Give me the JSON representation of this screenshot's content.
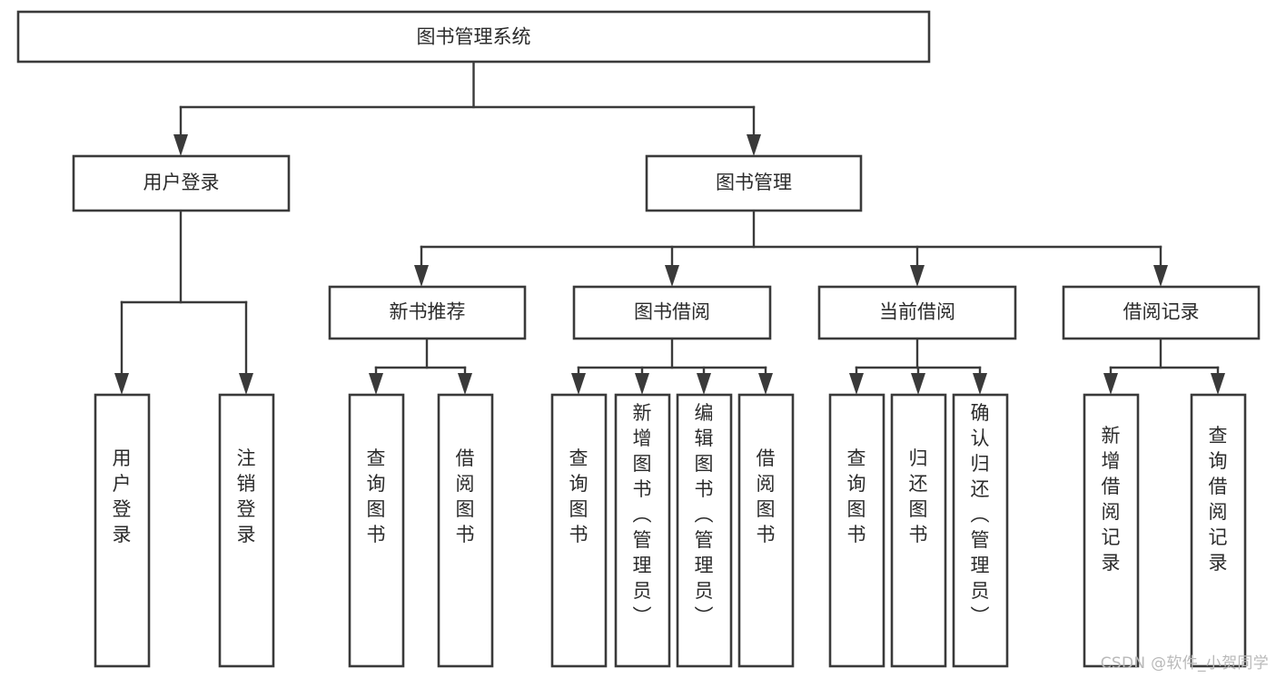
{
  "diagram": {
    "title": "图书管理系统",
    "type": "tree-hierarchy",
    "orientation": "top-down",
    "root": {
      "id": "root",
      "label": "图书管理系统"
    },
    "level1": [
      {
        "id": "user-login",
        "label": "用户登录"
      },
      {
        "id": "book-manage",
        "label": "图书管理"
      }
    ],
    "level2": [
      {
        "id": "new-book-rec",
        "label": "新书推荐",
        "parent": "book-manage"
      },
      {
        "id": "book-borrow",
        "label": "图书借阅",
        "parent": "book-manage"
      },
      {
        "id": "current-borrow",
        "label": "当前借阅",
        "parent": "book-manage"
      },
      {
        "id": "borrow-record",
        "label": "借阅记录",
        "parent": "book-manage"
      }
    ],
    "leaves": [
      {
        "id": "leaf-user-login",
        "label": "用户登录",
        "parent": "user-login"
      },
      {
        "id": "leaf-logout-login",
        "label": "注销登录",
        "parent": "user-login"
      },
      {
        "id": "leaf-query-book-rec",
        "label": "查询图书",
        "parent": "new-book-rec"
      },
      {
        "id": "leaf-borrow-book-rec",
        "label": "借阅图书",
        "parent": "new-book-rec"
      },
      {
        "id": "leaf-query-book-borrow",
        "label": "查询图书",
        "parent": "book-borrow"
      },
      {
        "id": "leaf-add-book",
        "label": "新增图书（管理员）",
        "parent": "book-borrow"
      },
      {
        "id": "leaf-edit-book",
        "label": "编辑图书（管理员）",
        "parent": "book-borrow"
      },
      {
        "id": "leaf-borrow-book",
        "label": "借阅图书",
        "parent": "book-borrow"
      },
      {
        "id": "leaf-query-book-current",
        "label": "查询图书",
        "parent": "current-borrow"
      },
      {
        "id": "leaf-return-book",
        "label": "归还图书",
        "parent": "current-borrow"
      },
      {
        "id": "leaf-confirm-return",
        "label": "确认归还（管理员）",
        "parent": "current-borrow"
      },
      {
        "id": "leaf-add-record",
        "label": "新增借阅记录",
        "parent": "borrow-record"
      },
      {
        "id": "leaf-query-record",
        "label": "查询借阅记录",
        "parent": "borrow-record"
      }
    ]
  },
  "watermark": {
    "text": "CSDN @软件_小贺同学"
  },
  "colors": {
    "box_stroke": "#3a3a3a",
    "box_fill": "#ffffff",
    "text": "#2b2b2b",
    "background": "#ffffff",
    "watermark": "#b9b9b9"
  }
}
